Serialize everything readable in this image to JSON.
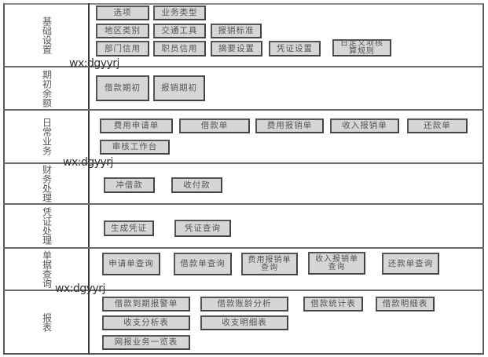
{
  "sections": [
    {
      "category": "基础设置",
      "buttons": [
        {
          "label": "选项"
        },
        {
          "label": "业务类型"
        },
        {
          "label": "地区类别"
        },
        {
          "label": "交通工具"
        },
        {
          "label": "报销标准"
        },
        {
          "label": "部门信用"
        },
        {
          "label": "职员信用"
        },
        {
          "label": "摘要设置"
        },
        {
          "label": "凭证设置"
        },
        {
          "label": "日定义项核\n算规则"
        }
      ]
    },
    {
      "category": "期初余额",
      "buttons": [
        {
          "label": "借款期初"
        },
        {
          "label": "报销期初"
        }
      ]
    },
    {
      "category": "日常业务",
      "buttons": [
        {
          "label": "费用申请单"
        },
        {
          "label": "借款单"
        },
        {
          "label": "费用报销单"
        },
        {
          "label": "收入报销单"
        },
        {
          "label": "还款单"
        },
        {
          "label": "审核工作台"
        }
      ]
    },
    {
      "category": "财务处理",
      "buttons": [
        {
          "label": "冲借款"
        },
        {
          "label": "收付款"
        }
      ]
    },
    {
      "category": "凭证处理",
      "buttons": [
        {
          "label": "生成凭证"
        },
        {
          "label": "凭证查询"
        }
      ]
    },
    {
      "category": "单据查询",
      "buttons": [
        {
          "label": "申请单查询"
        },
        {
          "label": "借款单查询"
        },
        {
          "label": "费用报销单\n查询"
        },
        {
          "label": "收入报销单\n查询"
        },
        {
          "label": "还款单查询"
        }
      ]
    },
    {
      "category": "报表",
      "buttons": [
        {
          "label": "借款到期报警单"
        },
        {
          "label": "借款账龄分析"
        },
        {
          "label": "借款统计表"
        },
        {
          "label": "借款明细表"
        },
        {
          "label": "收支分析表"
        },
        {
          "label": "收支明细表"
        },
        {
          "label": "网报业务一览表"
        }
      ]
    }
  ],
  "watermarks": [
    "wx:dgyyrj",
    "wx:dgyyrj",
    "wx:dgyyrj"
  ]
}
